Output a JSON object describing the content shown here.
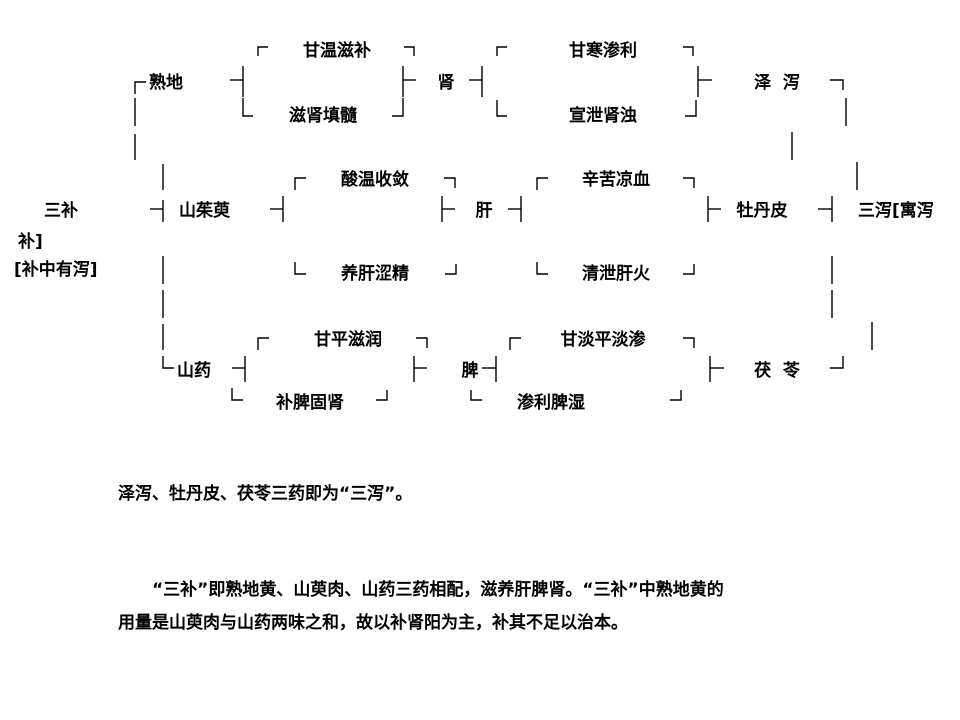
{
  "diagram": {
    "root": "三补",
    "root_suffix": "补]",
    "root_note": "[补中有泻]",
    "right_root": "三泻[寓泻",
    "groups": [
      {
        "herb": "熟地",
        "tonify_top": "甘温滋补",
        "tonify_bottom": "滋肾填髓",
        "organ": "肾",
        "purge_top": "甘寒渗利",
        "purge_bottom": "宣泄肾浊",
        "purge_herb": "泽  泻"
      },
      {
        "herb": "山茱萸",
        "tonify_top": "酸温收敛",
        "tonify_bottom": "养肝涩精",
        "organ": "肝",
        "purge_top": "辛苦凉血",
        "purge_bottom": "清泄肝火",
        "purge_herb": "牡丹皮"
      },
      {
        "herb": "山药",
        "tonify_top": "甘平滋润",
        "tonify_bottom": "补脾固肾",
        "organ": "脾",
        "purge_top": "甘淡平淡渗",
        "purge_bottom": "渗利脾湿",
        "purge_herb": "茯  苓"
      }
    ]
  },
  "notes": {
    "paragraph1": "泽泻、牡丹皮、茯苓三药即为“三泻”。",
    "paragraph2": "“三补”即熟地黄、山萸肉、山药三药相配，滋养肝脾肾。“三补”中熟地黄的用量是山萸肉与山药两味之和，故以补肾阳为主，补其不足以治本。"
  }
}
